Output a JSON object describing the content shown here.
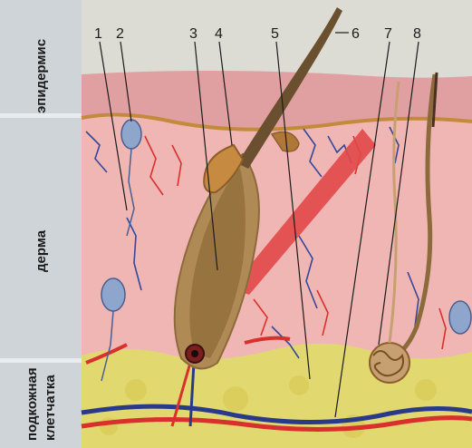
{
  "labels": {
    "n1": "1",
    "n2": "2",
    "n3": "3",
    "n4": "4",
    "n5": "5",
    "n6": "6",
    "n7": "7",
    "n8": "8"
  },
  "layers": {
    "epidermis": "эпидермис",
    "dermis": "дерма",
    "subcutaneous_line1": "подкожная",
    "subcutaneous_line2": "клетчатка"
  },
  "colors": {
    "epidermis": "#e0a0a2",
    "dermis": "#f0b6b4",
    "subcutaneous": "#e2d870",
    "hair": "#8c6a3c",
    "artery": "#d8302c",
    "vein": "#2a3a8a",
    "receptor": "#8ea6cc"
  }
}
